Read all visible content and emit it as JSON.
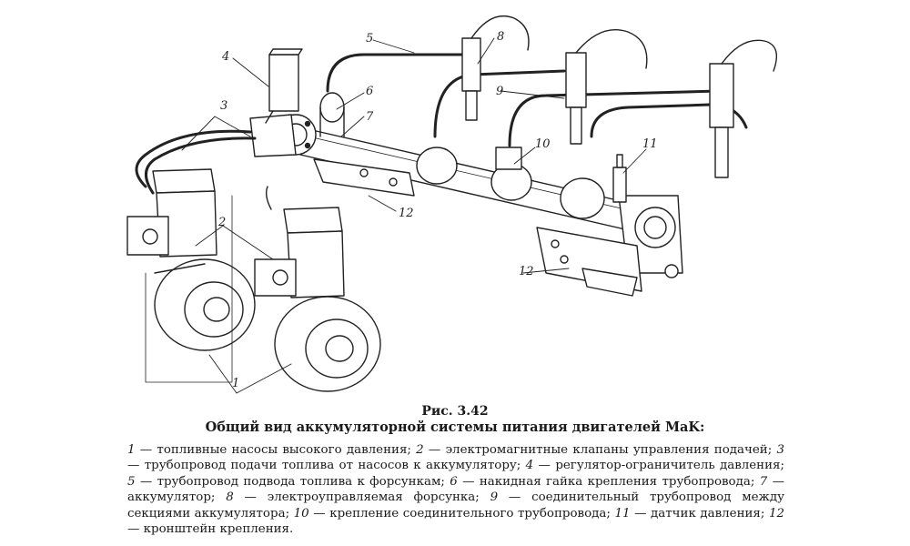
{
  "figure": {
    "callouts": [
      "1",
      "2",
      "3",
      "4",
      "5",
      "6",
      "7",
      "8",
      "9",
      "10",
      "11",
      "12",
      "12"
    ]
  },
  "caption": {
    "number": "Рис. 3.42",
    "title": "Общий вид аккумуляторной системы питания двигателей MaK:"
  },
  "legend": {
    "items": [
      {
        "num": "1",
        "text": "топливные насосы высокого давления"
      },
      {
        "num": "2",
        "text": "электромагнитные клапаны управления подачей"
      },
      {
        "num": "3",
        "text": "трубопровод подачи топлива от насосов к аккумулятору"
      },
      {
        "num": "4",
        "text": "регулятор-ограничитель давления"
      },
      {
        "num": "5",
        "text": "трубопровод подвода топлива к форсункам"
      },
      {
        "num": "6",
        "text": "накидная гайка крепления трубопровода"
      },
      {
        "num": "7",
        "text": "аккумулятор"
      },
      {
        "num": "8",
        "text": "электроуправляемая форсунка"
      },
      {
        "num": "9",
        "text": "соединительный трубопровод между секциями аккумулятора"
      },
      {
        "num": "10",
        "text": "крепление соединительного трубопровода"
      },
      {
        "num": "11",
        "text": "датчик давления"
      },
      {
        "num": "12",
        "text": "кронштейн крепления"
      }
    ]
  }
}
